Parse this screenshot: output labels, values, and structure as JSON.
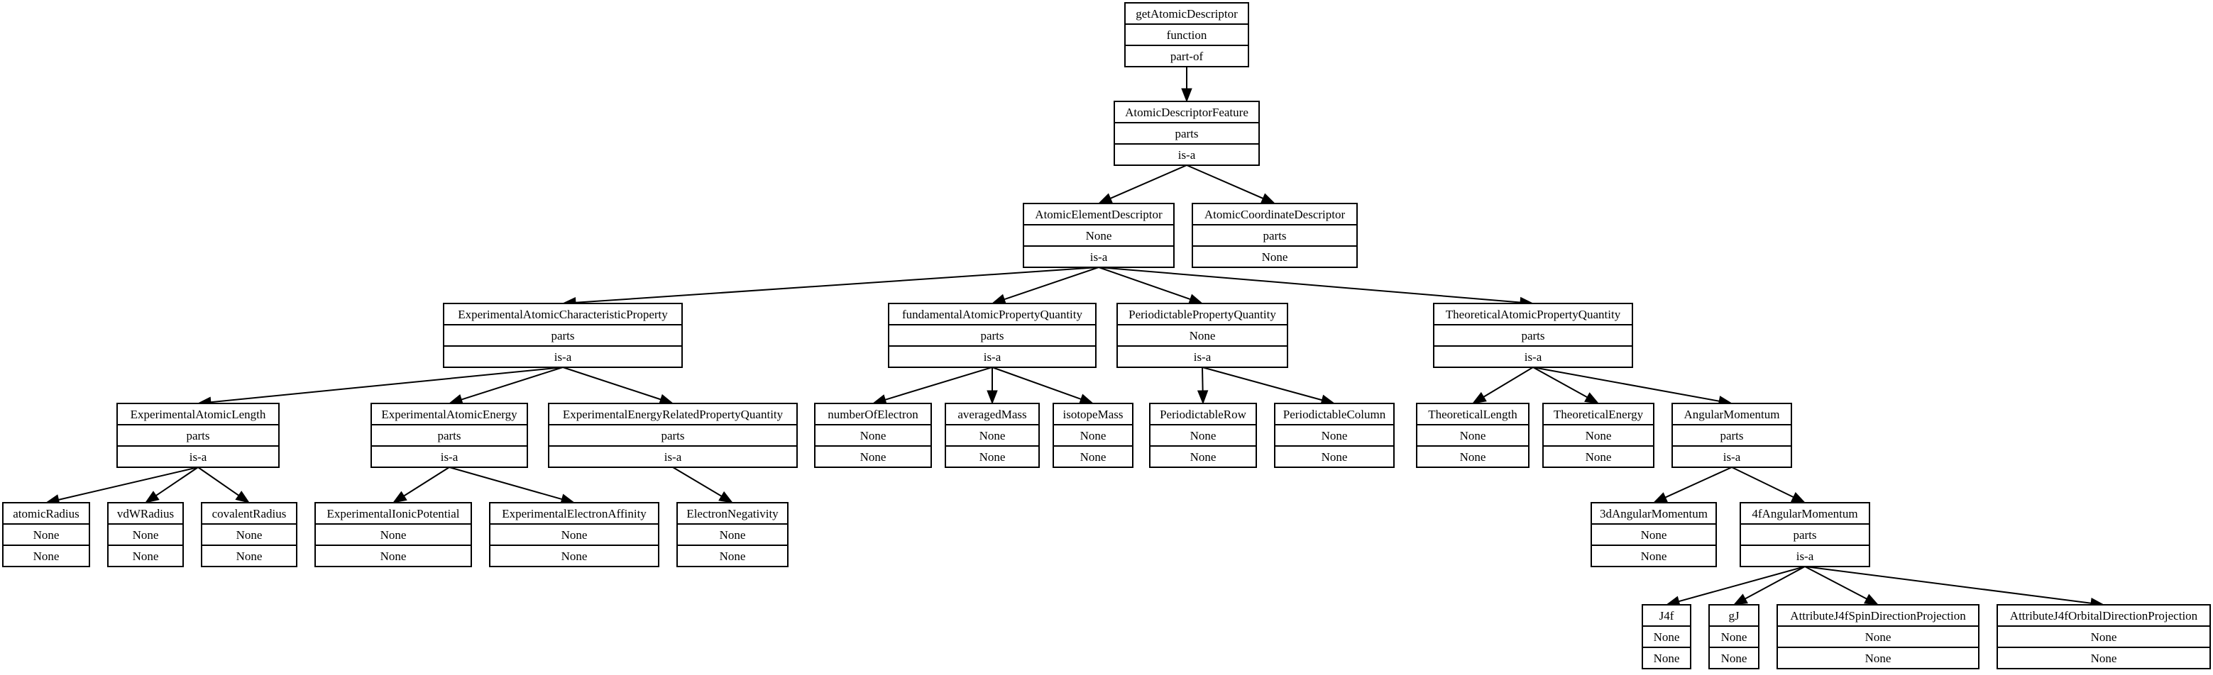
{
  "diagram": {
    "nodes": [
      {
        "id": "getAtomicDescriptor",
        "rows": [
          "getAtomicDescriptor",
          "function",
          "part-of"
        ]
      },
      {
        "id": "AtomicDescriptorFeature",
        "rows": [
          "AtomicDescriptorFeature",
          "parts",
          "is-a"
        ]
      },
      {
        "id": "AtomicElementDescriptor",
        "rows": [
          "AtomicElementDescriptor",
          "None",
          "is-a"
        ]
      },
      {
        "id": "AtomicCoordinateDescriptor",
        "rows": [
          "AtomicCoordinateDescriptor",
          "parts",
          "None"
        ]
      },
      {
        "id": "ExperimentalAtomicCharacteristicProperty",
        "rows": [
          "ExperimentalAtomicCharacteristicProperty",
          "parts",
          "is-a"
        ]
      },
      {
        "id": "fundamentalAtomicPropertyQuantity",
        "rows": [
          "fundamentalAtomicPropertyQuantity",
          "parts",
          "is-a"
        ]
      },
      {
        "id": "PeriodictablePropertyQuantity",
        "rows": [
          "PeriodictablePropertyQuantity",
          "None",
          "is-a"
        ]
      },
      {
        "id": "TheoreticalAtomicPropertyQuantity",
        "rows": [
          "TheoreticalAtomicPropertyQuantity",
          "parts",
          "is-a"
        ]
      },
      {
        "id": "ExperimentalAtomicLength",
        "rows": [
          "ExperimentalAtomicLength",
          "parts",
          "is-a"
        ]
      },
      {
        "id": "ExperimentalAtomicEnergy",
        "rows": [
          "ExperimentalAtomicEnergy",
          "parts",
          "is-a"
        ]
      },
      {
        "id": "ExperimentalEnergyRelatedPropertyQuantity",
        "rows": [
          "ExperimentalEnergyRelatedPropertyQuantity",
          "parts",
          "is-a"
        ]
      },
      {
        "id": "numberOfElectron",
        "rows": [
          "numberOfElectron",
          "None",
          "None"
        ]
      },
      {
        "id": "averagedMass",
        "rows": [
          "averagedMass",
          "None",
          "None"
        ]
      },
      {
        "id": "isotopeMass",
        "rows": [
          "isotopeMass",
          "None",
          "None"
        ]
      },
      {
        "id": "PeriodictableRow",
        "rows": [
          "PeriodictableRow",
          "None",
          "None"
        ]
      },
      {
        "id": "PeriodictableColumn",
        "rows": [
          "PeriodictableColumn",
          "None",
          "None"
        ]
      },
      {
        "id": "TheoreticalLength",
        "rows": [
          "TheoreticalLength",
          "None",
          "None"
        ]
      },
      {
        "id": "TheoreticalEnergy",
        "rows": [
          "TheoreticalEnergy",
          "None",
          "None"
        ]
      },
      {
        "id": "AngularMomentum",
        "rows": [
          "AngularMomentum",
          "parts",
          "is-a"
        ]
      },
      {
        "id": "atomicRadius",
        "rows": [
          "atomicRadius",
          "None",
          "None"
        ]
      },
      {
        "id": "vdWRadius",
        "rows": [
          "vdWRadius",
          "None",
          "None"
        ]
      },
      {
        "id": "covalentRadius",
        "rows": [
          "covalentRadius",
          "None",
          "None"
        ]
      },
      {
        "id": "ExperimentalIonicPotential",
        "rows": [
          "ExperimentalIonicPotential",
          "None",
          "None"
        ]
      },
      {
        "id": "ExperimentalElectronAffinity",
        "rows": [
          "ExperimentalElectronAffinity",
          "None",
          "None"
        ]
      },
      {
        "id": "ElectronNegativity",
        "rows": [
          "ElectronNegativity",
          "None",
          "None"
        ]
      },
      {
        "id": "3dAngularMomentum",
        "rows": [
          "3dAngularMomentum",
          "None",
          "None"
        ]
      },
      {
        "id": "4fAngularMomentum",
        "rows": [
          "4fAngularMomentum",
          "parts",
          "is-a"
        ]
      },
      {
        "id": "J4f",
        "rows": [
          "J4f",
          "None",
          "None"
        ]
      },
      {
        "id": "gJ",
        "rows": [
          "gJ",
          "None",
          "None"
        ]
      },
      {
        "id": "AttributeJ4fSpinDirectionProjection",
        "rows": [
          "AttributeJ4fSpinDirectionProjection",
          "None",
          "None"
        ]
      },
      {
        "id": "AttributeJ4fOrbitalDirectionProjection",
        "rows": [
          "AttributeJ4fOrbitalDirectionProjection",
          "None",
          "None"
        ]
      }
    ],
    "edges": [
      [
        "getAtomicDescriptor",
        "AtomicDescriptorFeature"
      ],
      [
        "AtomicDescriptorFeature",
        "AtomicElementDescriptor"
      ],
      [
        "AtomicDescriptorFeature",
        "AtomicCoordinateDescriptor"
      ],
      [
        "AtomicElementDescriptor",
        "ExperimentalAtomicCharacteristicProperty"
      ],
      [
        "AtomicElementDescriptor",
        "fundamentalAtomicPropertyQuantity"
      ],
      [
        "AtomicElementDescriptor",
        "PeriodictablePropertyQuantity"
      ],
      [
        "AtomicElementDescriptor",
        "TheoreticalAtomicPropertyQuantity"
      ],
      [
        "ExperimentalAtomicCharacteristicProperty",
        "ExperimentalAtomicLength"
      ],
      [
        "ExperimentalAtomicCharacteristicProperty",
        "ExperimentalAtomicEnergy"
      ],
      [
        "ExperimentalAtomicCharacteristicProperty",
        "ExperimentalEnergyRelatedPropertyQuantity"
      ],
      [
        "fundamentalAtomicPropertyQuantity",
        "numberOfElectron"
      ],
      [
        "fundamentalAtomicPropertyQuantity",
        "averagedMass"
      ],
      [
        "fundamentalAtomicPropertyQuantity",
        "isotopeMass"
      ],
      [
        "PeriodictablePropertyQuantity",
        "PeriodictableRow"
      ],
      [
        "PeriodictablePropertyQuantity",
        "PeriodictableColumn"
      ],
      [
        "TheoreticalAtomicPropertyQuantity",
        "TheoreticalLength"
      ],
      [
        "TheoreticalAtomicPropertyQuantity",
        "TheoreticalEnergy"
      ],
      [
        "TheoreticalAtomicPropertyQuantity",
        "AngularMomentum"
      ],
      [
        "ExperimentalAtomicLength",
        "atomicRadius"
      ],
      [
        "ExperimentalAtomicLength",
        "vdWRadius"
      ],
      [
        "ExperimentalAtomicLength",
        "covalentRadius"
      ],
      [
        "ExperimentalAtomicEnergy",
        "ExperimentalIonicPotential"
      ],
      [
        "ExperimentalAtomicEnergy",
        "ExperimentalElectronAffinity"
      ],
      [
        "ExperimentalEnergyRelatedPropertyQuantity",
        "ElectronNegativity"
      ],
      [
        "AngularMomentum",
        "3dAngularMomentum"
      ],
      [
        "AngularMomentum",
        "4fAngularMomentum"
      ],
      [
        "4fAngularMomentum",
        "J4f"
      ],
      [
        "4fAngularMomentum",
        "gJ"
      ],
      [
        "4fAngularMomentum",
        "AttributeJ4fSpinDirectionProjection"
      ],
      [
        "4fAngularMomentum",
        "AttributeJ4fOrbitalDirectionProjection"
      ]
    ]
  }
}
